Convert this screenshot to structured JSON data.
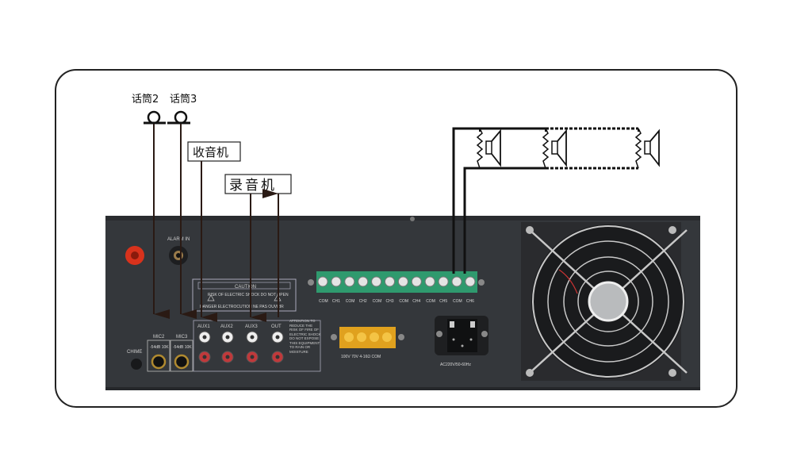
{
  "microphones": [
    {
      "label": "话筒2"
    },
    {
      "label": "话筒3"
    }
  ],
  "devices": {
    "radio": "收音机",
    "recorder": "录音机"
  },
  "panel": {
    "alarm_in": "ALARM IN",
    "chime": "CHIME",
    "mic2": "MIC2",
    "mic3": "MIC3",
    "mic_spec": "-54dB 10K",
    "caution_title": "CAUTION",
    "caution_text": "RISK OF ELECTRIC SHOCK DO NOT OPEN",
    "caution_sub": "DANGER ELECTROCUTION NE PAS OUVRIR",
    "aux": [
      "AUX1",
      "AUX2",
      "AUX3",
      "OUT"
    ],
    "attention": "ATTENTION TO REDUCE THE RISK OF FIRE OF ELECTRIC SHOCK DO NOT EXPOSE THIS EQUIPMENT TO RAIN OR MOISTURE",
    "zone_terminals": [
      "COM",
      "CH1",
      "COM",
      "CH2",
      "COM",
      "CH3",
      "COM",
      "CH4",
      "COM",
      "CH5",
      "COM",
      "CH6"
    ],
    "output_terminals": "100V  70V  4-16Ω  COM",
    "power": "AC220V/50-60Hz"
  }
}
